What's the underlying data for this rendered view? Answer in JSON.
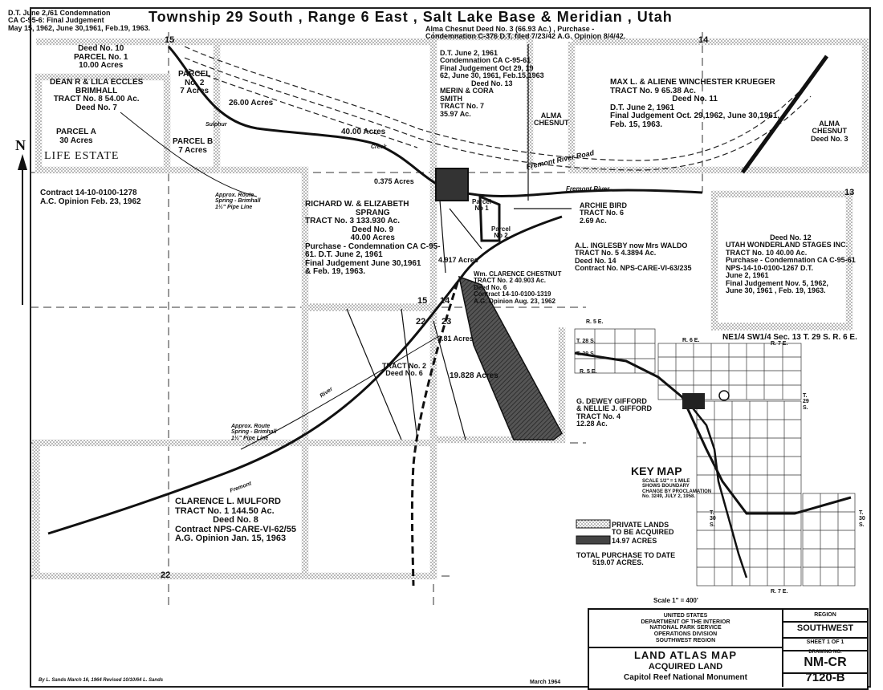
{
  "title": "Township 29 South , Range 6 East , Salt Lake Base & Meridian , Utah",
  "top_notes": {
    "left": [
      "D.T. June 2,/61 Condemnation",
      "CA C-95-6: Final Judgement",
      "May 15, 1962, June 30,1961, Feb.19, 1963."
    ],
    "center": [
      "Alma Chesnut Deed No. 3 (66.93 Ac.) , Purchase -",
      "Condemnation C-376 D.T. filed 7/23/42 A.G. Opinion 8/4/42."
    ]
  },
  "section_numbers": [
    "15",
    "14",
    "13",
    "15",
    "14",
    "22",
    "23",
    "22"
  ],
  "north_label": "N",
  "parcels": {
    "parcel1": [
      "Deed No. 10",
      "PARCEL No. 1",
      "10.00 Acres"
    ],
    "eccles": [
      "DEAN R & LILA ECCLES",
      "BRIMHALL",
      "TRACT No. 8 54.00 Ac.",
      "Deed No. 7"
    ],
    "parcel_a": [
      "PARCEL A",
      "30 Acres"
    ],
    "life_estate": "LIFE ESTATE",
    "parcel2": [
      "PARCEL",
      "No. 2",
      "7 Acres"
    ],
    "parcel_b": [
      "PARCEL B",
      "7 Acres"
    ],
    "acres26": "26.00 Acres",
    "acres40": "40.00 Acres",
    "smith": [
      "D.T. June 2, 1961",
      "Condemnation CA C-95-61",
      "Final Judgement Oct 29, 19",
      "62, June 30, 1961, Feb.15,1963",
      "Deed No. 13",
      "MERIN & CORA",
      "SMITH",
      "TRACT No. 7",
      "35.97 Ac."
    ],
    "alma_mid": [
      "ALMA",
      "CHESNUT"
    ],
    "krueger": [
      "MAX L. & ALIENE WINCHESTER KRUEGER",
      "TRACT No. 9 65.38 Ac.",
      "Deed No. 11",
      "D.T. June 2, 1961",
      "Final Judgement Oct. 29,1962, June 30,1961,",
      "Feb. 15, 1963."
    ],
    "alma_right": [
      "ALMA",
      "CHESNUT",
      "Deed No. 3"
    ],
    "contract": [
      "Contract 14-10-0100-1278",
      "A.C. Opinion Feb. 23, 1962"
    ],
    "sprang": [
      "RICHARD W. & ELIZABETH",
      "SPRANG",
      "TRACT No. 3 133.930 Ac.",
      "Deed No. 9",
      "40.00 Acres",
      "Purchase - Condemnation CA C-95-",
      "61. D.T. June 2, 1961",
      "Final Judgement June 30,1961",
      "& Feb. 19, 1963."
    ],
    "acres0375": "0.375 Acres",
    "parcel_no1": [
      "Parcel",
      "No 1"
    ],
    "parcel_no2": [
      "Parcel",
      "No 2"
    ],
    "bird": [
      "ARCHIE BIRD",
      "TRACT No. 6",
      "2.69 Ac."
    ],
    "inglesby": [
      "A.L. INGLESBY now Mrs WALDO",
      "TRACT No. 5 4.3894 Ac.",
      "Deed No. 14",
      "Contract No. NPS-CARE-VI-63/235"
    ],
    "wonderland": [
      "Deed No. 12",
      "UTAH WONDERLAND STAGES INC.",
      "TRACT No. 10 40.00 Ac.",
      "Purchase - Condemnation CA C-95-61",
      "NPS-14-10-0100-1267 D.T.",
      "June 2, 1961",
      "Final Judgement Nov. 5, 1962,",
      "June 30, 1961 , Feb. 19, 1963."
    ],
    "acres4917": "4.917 Acres",
    "chestnut": [
      "Wm. CLARENCE CHESTNUT",
      "TRACT No. 2 40.903 Ac.",
      "Deed No. 6",
      "Contract 14-10-0100-1319",
      "A.G. Opinion Aug. 23, 1962"
    ],
    "acres281": "2.81 Acres",
    "tract2": [
      "TRACT No. 2",
      "Deed No. 6"
    ],
    "acres19828": "19.828 Acres",
    "mulford": [
      "CLARENCE L. MULFORD",
      "TRACT No. 1 144.50 Ac.",
      "Deed No. 8",
      "Contract NPS-CARE-VI-62/55",
      "A.G. Opinion Jan. 15, 1963"
    ],
    "gifford": [
      "G. DEWEY GIFFORD",
      "& NELLIE J. GIFFORD",
      "TRACT No. 4",
      "12.28 Ac."
    ]
  },
  "features": {
    "fremont_river": "Fremont River",
    "fremont_road": "Fremont River Road",
    "pipe_line": [
      "Approx. Route",
      "Spring - Brimhall",
      "1½\" Pipe Line"
    ],
    "sulphur": "Sulphur",
    "creek": "Creek",
    "fremont_small": "Fremont",
    "river_small": "River"
  },
  "key_map": {
    "title": "KEY MAP",
    "scale_lines": [
      "SCALE 1/2\" = 1 MILE",
      "SHOWS BOUNDARY",
      "CHANGE BY PROCLAMATION",
      "No. 3249, JULY 2, 1958."
    ],
    "nw_label": "NE1/4 SW1/4 Sec. 13 T. 29 S. R. 6 E.",
    "labels": [
      "R. 5 E.",
      "T. 28 S.",
      "T. 29 S.",
      "R. 5 E.",
      "R. 6 E.",
      "R. 7 E.",
      "T. 29 S.",
      "T. 30 S.",
      "T. 30 S.",
      "R. 7 E."
    ]
  },
  "legend": {
    "private": [
      "PRIVATE LANDS",
      "TO BE ACQUIRED"
    ],
    "acquired": "14.97 ACRES",
    "total": [
      "TOTAL PURCHASE TO DATE",
      "519.07 ACRES."
    ]
  },
  "scale": "Scale 1\" = 400'",
  "title_block": {
    "agency": [
      "UNITED STATES",
      "DEPARTMENT OF THE INTERIOR",
      "NATIONAL PARK SERVICE",
      "OPERATIONS DIVISION",
      "SOUTHWEST REGION"
    ],
    "name": "LAND ATLAS MAP",
    "subtitle": "ACQUIRED LAND",
    "place": "Capitol Reef National Monument",
    "region_label": "REGION",
    "region": "SOUTHWEST",
    "sheet": "SHEET 1 OF 1",
    "drawing_label": "DRAWING NO.",
    "drawing_a": "NM-CR",
    "drawing_b": "7120-B"
  },
  "footer": {
    "left": "By L. Sands    March 16, 1964    Revised 10/10/64 L. Sands",
    "date": "March 1964"
  }
}
